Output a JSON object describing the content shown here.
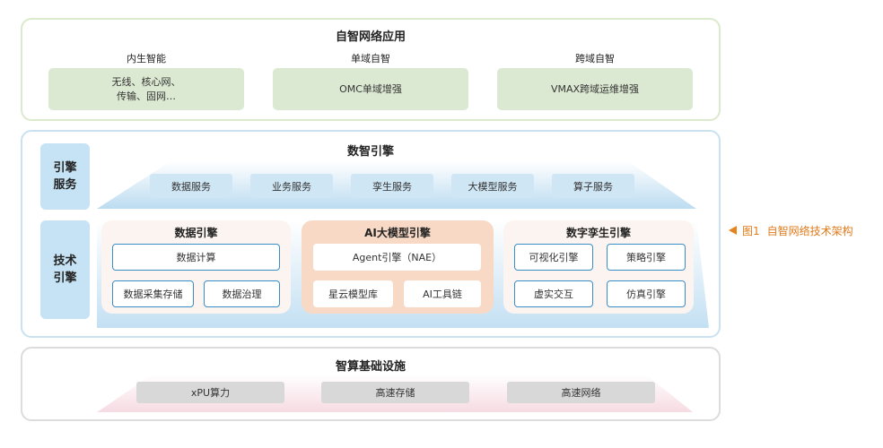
{
  "app_layer": {
    "title": "自智网络应用",
    "columns": [
      {
        "heading": "内生智能",
        "lines": [
          "无线、核心网、",
          "传输、固网…"
        ]
      },
      {
        "heading": "单域自智",
        "lines": [
          "OMC单域增强"
        ]
      },
      {
        "heading": "跨域自智",
        "lines": [
          "VMAX跨域运维增强"
        ]
      }
    ]
  },
  "engine_layer": {
    "title": "数智引擎",
    "side_labels": {
      "service": [
        "引擎",
        "服务"
      ],
      "tech": [
        "技术",
        "引擎"
      ]
    },
    "services": [
      "数据服务",
      "业务服务",
      "孪生服务",
      "大模型服务",
      "算子服务"
    ],
    "data_engine": {
      "title": "数据引擎",
      "items": [
        "数据计算",
        "数据采集存储",
        "数据治理"
      ]
    },
    "ai_engine": {
      "title": "AI大模型引擎",
      "items": [
        "Agent引擎（NAE）",
        "星云模型库",
        "AI工具链"
      ]
    },
    "twin_engine": {
      "title": "数字孪生引擎",
      "items": [
        "可视化引擎",
        "策略引擎",
        "虚实交互",
        "仿真引擎"
      ]
    }
  },
  "infra_layer": {
    "title": "智算基础设施",
    "items": [
      "xPU算力",
      "高速存储",
      "高速网络"
    ]
  },
  "caption": {
    "figure": "图1",
    "text": "自智网络技术架构"
  },
  "colors": {
    "green_box": "#dce9d2",
    "blue_box": "#cfe6f5",
    "outline_blue": "#3a8ec8",
    "accent_card": "#f7d9c6",
    "caption_orange": "#e07b1c"
  }
}
